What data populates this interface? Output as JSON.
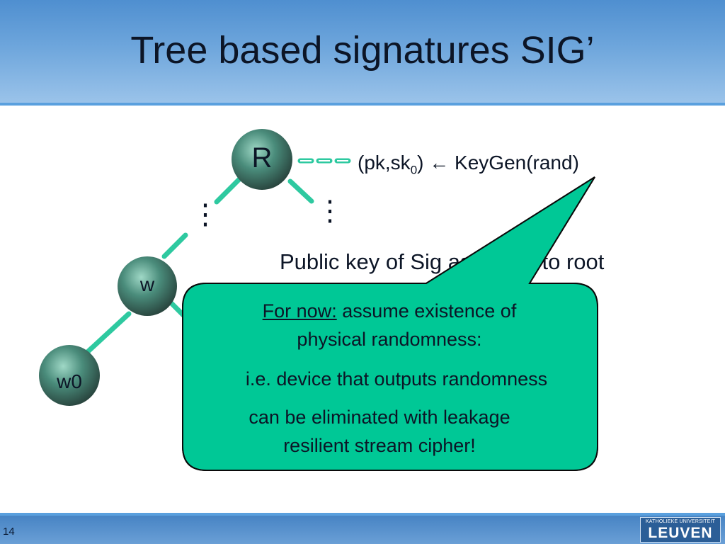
{
  "slide": {
    "title": "Tree based signatures SIG’",
    "page_number": "14",
    "logo": {
      "top": "KATHOLIEKE UNIVERSITEIT",
      "bottom": "LEUVEN"
    }
  },
  "diagram": {
    "nodes": {
      "root": "R",
      "w": "w",
      "w0": "w0"
    },
    "ellipsis_left": "⋮",
    "ellipsis_right": "⋮",
    "keygen": {
      "pre": "(pk,sk",
      "sub": "0",
      "post": ") ← KeyGen(rand)"
    },
    "pubkey_caption": "Public key of Sig assigned to root"
  },
  "callout": {
    "fornow_label": "For now:",
    "line1_rest": " assume existence of",
    "line2": "physical randomness:",
    "line3": "i.e. device that outputs randomness",
    "line4": "can be eliminated with leakage",
    "line5": "resilient stream cipher!"
  },
  "colors": {
    "accent": "#00c896",
    "node_gradient_center": "#7fc9b4",
    "node_gradient_edge": "#2f4a44",
    "header": "#6ea6dc"
  }
}
